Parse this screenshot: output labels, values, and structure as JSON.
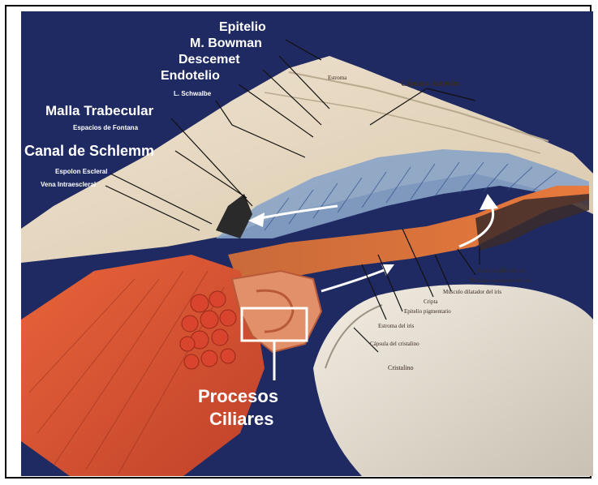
{
  "colors": {
    "background": "#1f2a63",
    "label_text": "#ffffff",
    "highlight_box": "#ffffff"
  },
  "labels_large": {
    "epitelio": "Epitelio",
    "bowman": "M. Bowman",
    "descemet": "Descemet",
    "endotelio": "Endotelio",
    "malla": "Malla Trabecular",
    "canal": "Canal de Schlemm",
    "procesos_line1": "Procesos",
    "procesos_line2": "Ciliares"
  },
  "labels_small": {
    "schwalbe": "L. Schwalbe",
    "fontana": "Espacios de Fontana",
    "espolon": "Espolon Escleral",
    "vena": "Vena Intraescleral"
  },
  "image_labels": {
    "estroma": "Estroma",
    "camara": "Cámara Anterior",
    "borde": "Borde pupilar del iris",
    "constrictor": "Músculo constrictor del iris",
    "dilatador": "Músculo dilatador del iris",
    "cripta": "Cripta",
    "epitelio_pig": "Epitelio pigmentario",
    "estroma_iris": "Estroma del iris",
    "capsula": "Cápsula del cristalino",
    "cristalino": "Cristalino"
  }
}
